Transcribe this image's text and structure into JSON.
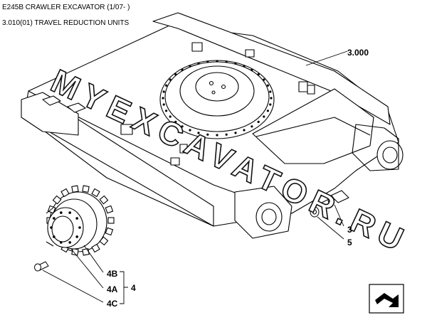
{
  "header": {
    "model": "E245B CRAWLER EXCAVATOR (1/07- )",
    "section": "3.010(01) TRAVEL REDUCTION UNITS"
  },
  "callouts": {
    "frame": "3.000",
    "bolt": "3",
    "washer": "5",
    "part_4b": "4B",
    "part_4a": "4A",
    "part_4c": "4C",
    "group_4": "4"
  },
  "watermark": "MYEXCAVATOR.RU",
  "colors": {
    "line": "#000000",
    "background": "#ffffff"
  },
  "icons": {
    "nav": "next-page-arrow-icon"
  }
}
